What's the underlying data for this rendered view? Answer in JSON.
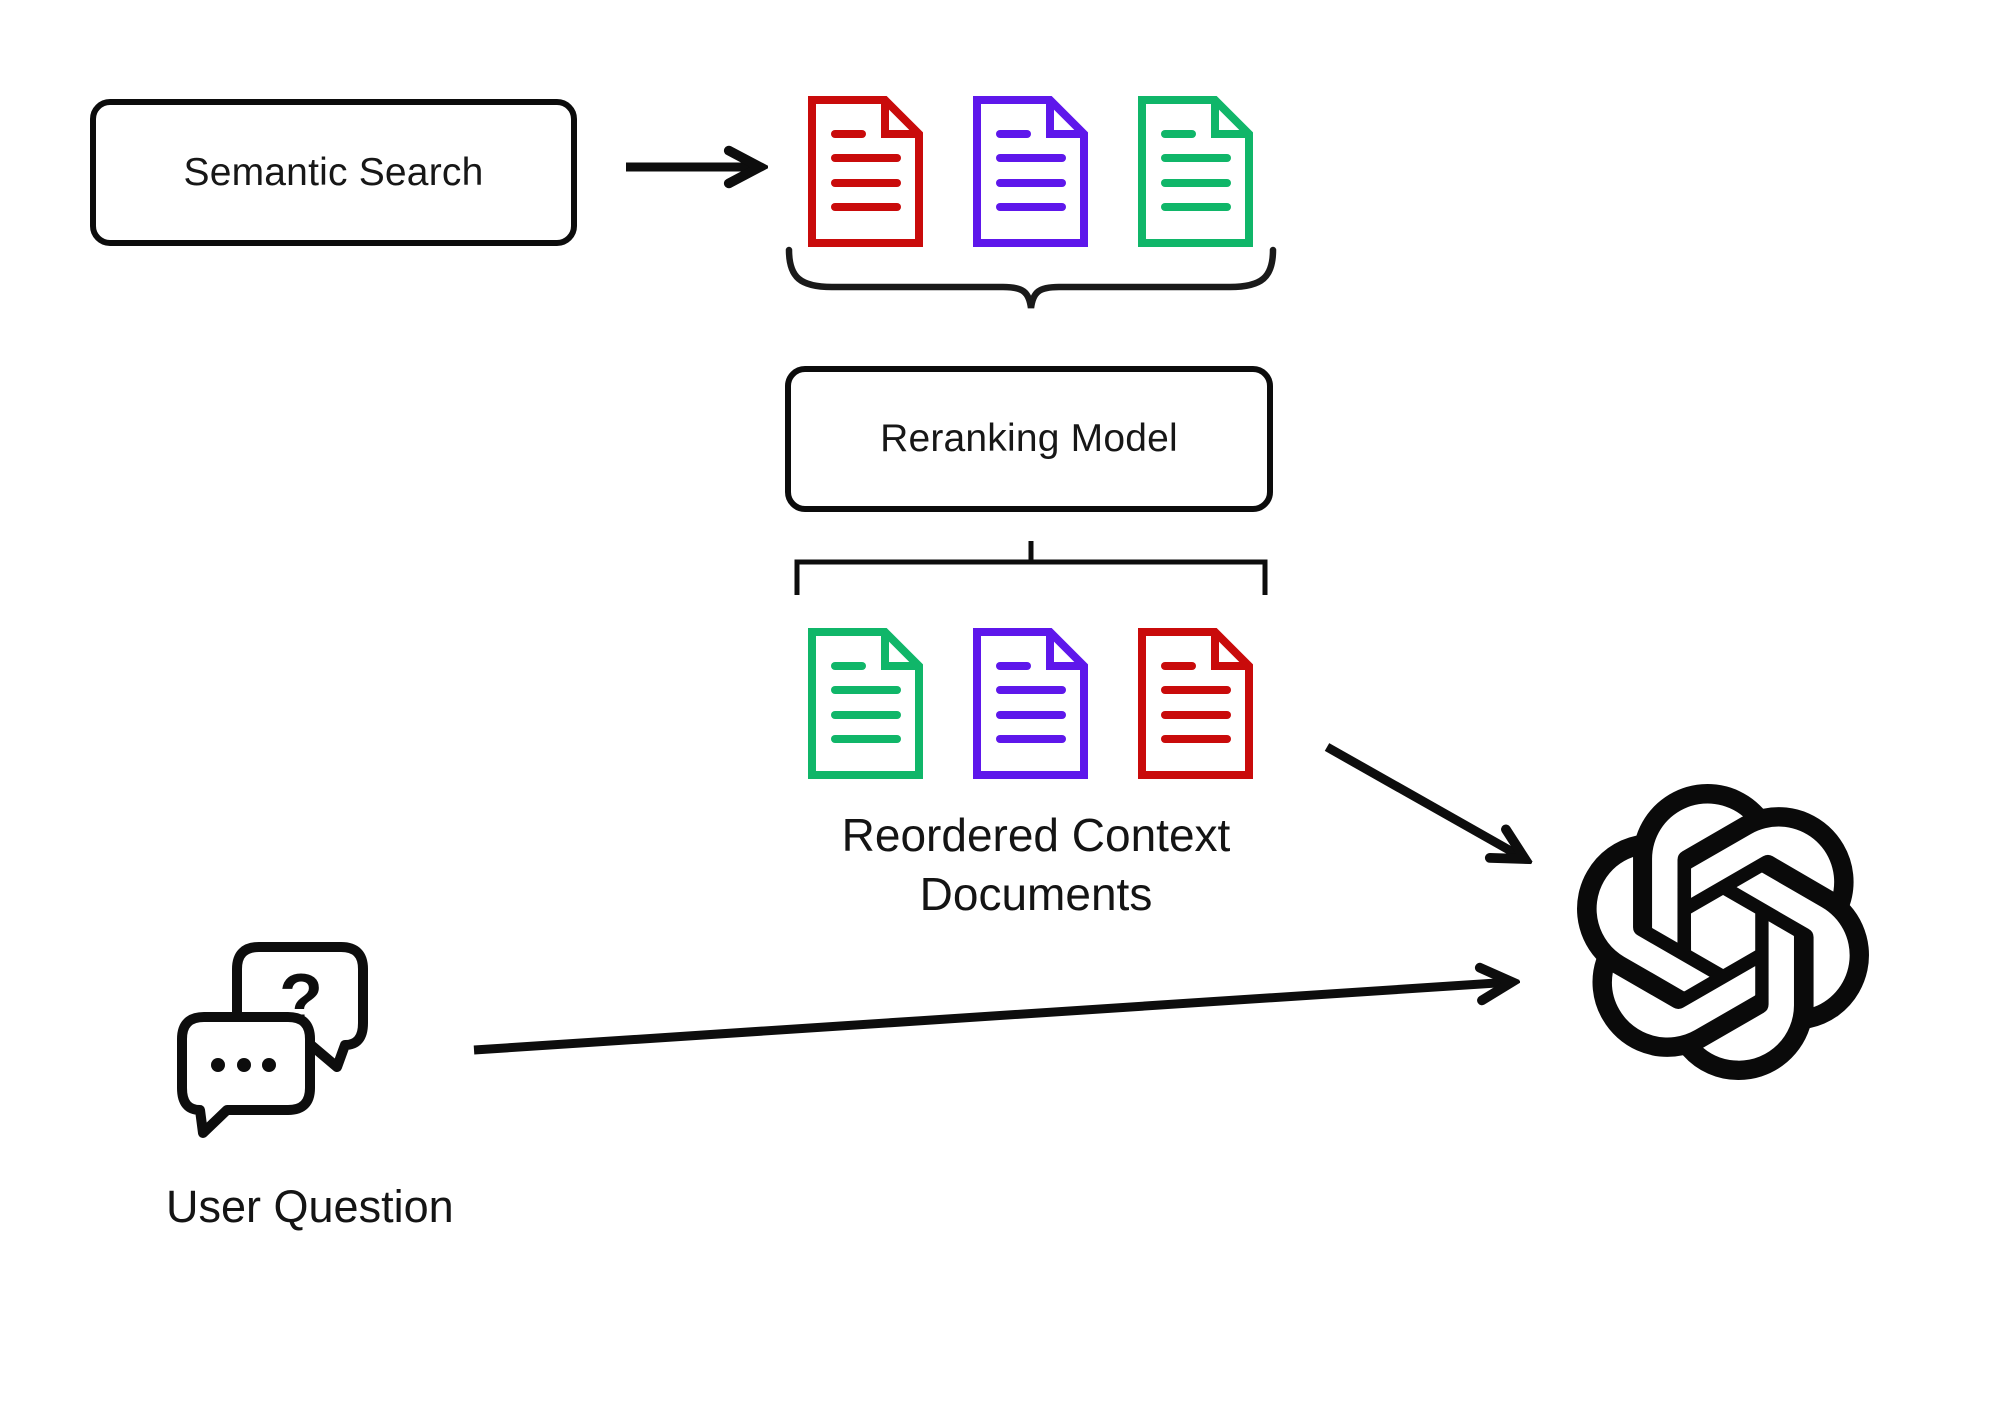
{
  "canvas": {
    "background": "#ffffff",
    "line_color": "#0D0D0D"
  },
  "boxes": {
    "semantic_search": {
      "label": "Semantic Search"
    },
    "reranking_model": {
      "label": "Reranking Model"
    }
  },
  "labels": {
    "reordered_documents": "Reordered Context Documents",
    "user_question": "User Question"
  },
  "chat_icon": {
    "question_mark": "?"
  },
  "doc_colors": {
    "red": "#C90B0B",
    "purple": "#5E17EB",
    "green": "#10B669"
  },
  "document_rows": {
    "retrieved_order": [
      "red",
      "purple",
      "green"
    ],
    "reordered_order": [
      "green",
      "purple",
      "red"
    ]
  },
  "icons": {
    "document": "document-icon",
    "chat": "chat-question-icon",
    "llm": "openai-logo"
  }
}
